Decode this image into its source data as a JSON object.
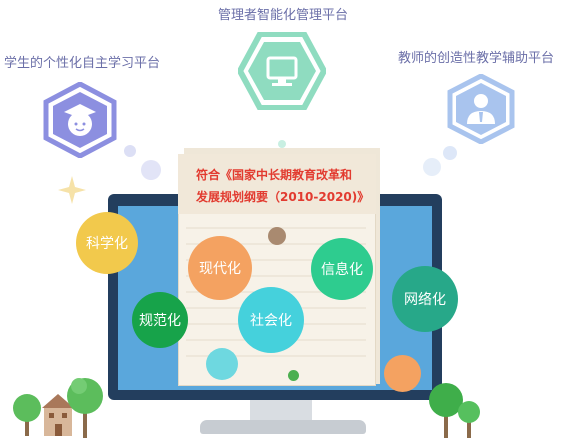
{
  "platforms": {
    "top": "管理者智能化管理平台",
    "left": "学生的个性化自主学习平台",
    "right": "教师的创造性教学辅助平台"
  },
  "document": {
    "line1": "符合《国家中长期教育改革和",
    "line2": "发展规划纲要（2010-2020)》"
  },
  "bubbles": {
    "kexue": "科学化",
    "xiandai": "现代化",
    "xinxi": "信息化",
    "wangluo": "网络化",
    "guifan": "规范化",
    "shehui": "社会化"
  },
  "colors": {
    "platform_text": "#6b6fa8",
    "top_hex": "#8fdcc0",
    "left_hex": "#8c8fe0",
    "right_hex": "#a9c4ee",
    "monitor_frame": "#233e5e",
    "screen": "#5aa7dc",
    "document_title": "#e23b30",
    "kexue": "#f2c94c",
    "xiandai": "#f4a261",
    "xinxi": "#2ecc8f",
    "wangluo": "#27a889",
    "guifan": "#17a34a",
    "shehui": "#45d1dc"
  },
  "icons": [
    "graduation-cap-icon",
    "monitor-icon",
    "teacher-icon",
    "sparkle-icon",
    "tree-icon",
    "school-building-icon"
  ]
}
